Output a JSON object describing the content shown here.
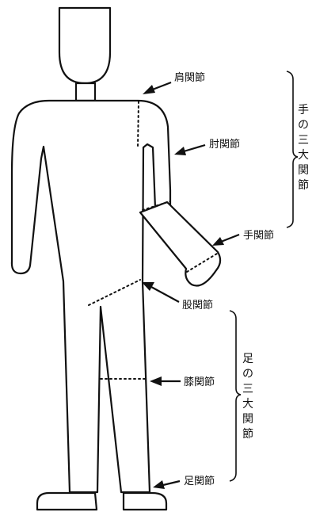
{
  "labels": {
    "shoulder": "肩関節",
    "elbow": "肘関節",
    "wrist": "手関節",
    "hip": "股関節",
    "knee": "膝関節",
    "ankle": "足関節"
  },
  "groups": {
    "upper": [
      "手",
      "の",
      "三",
      "大",
      "関",
      "節"
    ],
    "lower": [
      "足",
      "の",
      "三",
      "大",
      "関",
      "節"
    ]
  }
}
